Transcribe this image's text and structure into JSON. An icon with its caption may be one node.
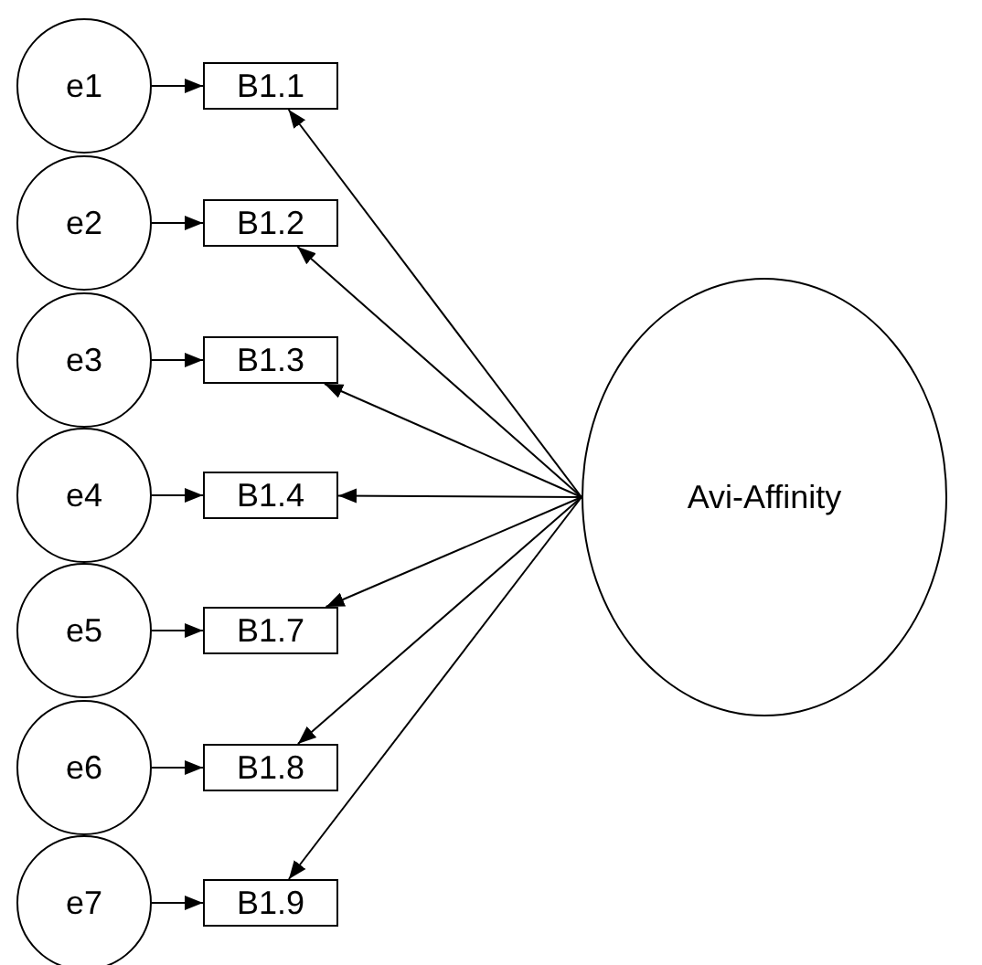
{
  "diagram": {
    "nodes": [
      {
        "text": [
          "e1"
        ]
      },
      {
        "text": [
          "B1.1"
        ]
      },
      {
        "text": [
          "e2"
        ]
      },
      {
        "text": [
          "B1.2"
        ]
      },
      {
        "text": [
          "e3"
        ]
      },
      {
        "text": [
          "B1.3"
        ]
      },
      {
        "text": [
          "e4"
        ]
      },
      {
        "text": [
          "B1.4"
        ]
      },
      {
        "text": [
          "e5"
        ]
      },
      {
        "text": [
          "B1.7"
        ]
      },
      {
        "text": [
          "e6"
        ]
      },
      {
        "text": [
          "B1.8"
        ]
      },
      {
        "text": [
          "e7"
        ]
      },
      {
        "text": [
          "B1.9"
        ]
      },
      {
        "text": [
          "Avi-Affinity"
        ]
      }
    ],
    "edges": [
      {
        "from": 0,
        "to": 1,
        "arrow": "to"
      },
      {
        "from": 2,
        "to": 3,
        "arrow": "to"
      },
      {
        "from": 4,
        "to": 5,
        "arrow": "to"
      },
      {
        "from": 6,
        "to": 7,
        "arrow": "to"
      },
      {
        "from": 8,
        "to": 9,
        "arrow": "to"
      },
      {
        "from": 10,
        "to": 11,
        "arrow": "to"
      },
      {
        "from": 12,
        "to": 13,
        "arrow": "to"
      },
      {
        "from": 14,
        "to": 1,
        "arrow": "to"
      },
      {
        "from": 14,
        "to": 3,
        "arrow": "to"
      },
      {
        "from": 14,
        "to": 5,
        "arrow": "to"
      },
      {
        "from": 14,
        "to": 7,
        "arrow": "to"
      },
      {
        "from": 14,
        "to": 9,
        "arrow": "to"
      },
      {
        "from": 14,
        "to": 11,
        "arrow": "to"
      },
      {
        "from": 14,
        "to": 13,
        "arrow": "to"
      }
    ]
  }
}
